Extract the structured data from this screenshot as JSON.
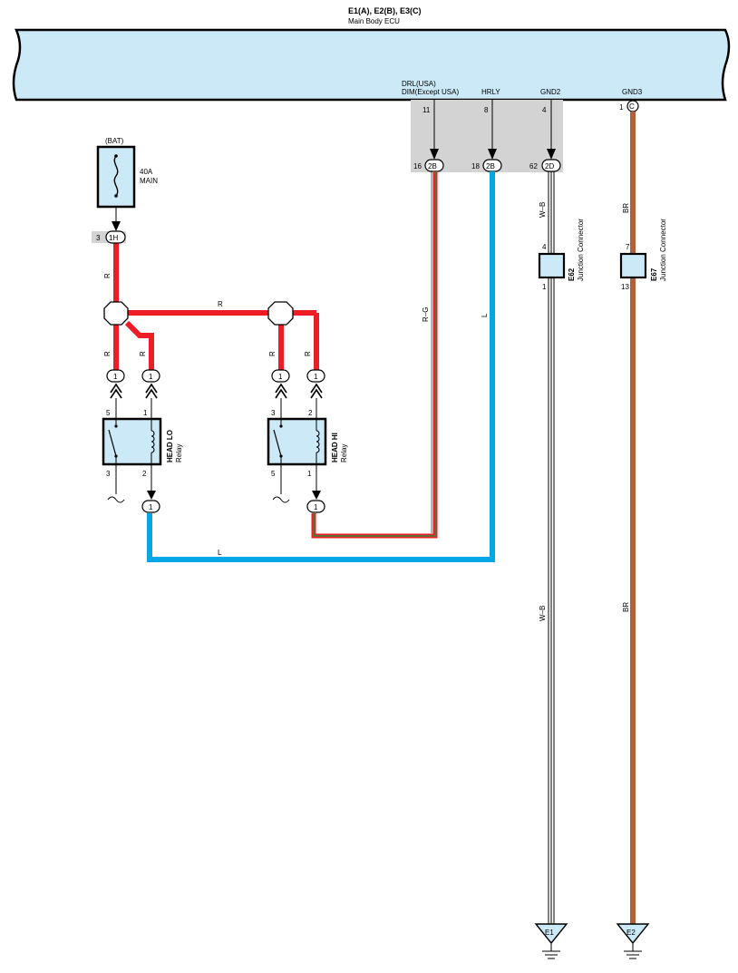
{
  "ecu": {
    "connectors": "E1(A), E2(B), E3(C)",
    "name": "Main Body ECU",
    "pins": {
      "drl_label_1": "DRL(USA)",
      "drl_label_2": "DIM(Except USA)",
      "drl_pin": "11",
      "hrly_label": "HRLY",
      "hrly_pin": "8",
      "gnd2_label": "GND2",
      "gnd2_pin": "4",
      "gnd3_label": "GND3",
      "gnd3_pin": "1",
      "gnd3_conn": "C"
    },
    "junction_pins": {
      "drl_pin": "16",
      "drl_conn": "2B",
      "hrly_pin": "18",
      "hrly_conn": "2B",
      "gnd2_pin": "62",
      "gnd2_conn": "2D"
    }
  },
  "fuse": {
    "source": "(BAT)",
    "rating": "40A",
    "name": "MAIN",
    "out_pin": "3",
    "out_conn": "1H"
  },
  "wire_colors": {
    "r": "R",
    "rg": "R–G",
    "l": "L",
    "wb": "W–B",
    "br": "BR",
    "hex": {
      "red": "#ee1c25",
      "green": "#2e8b3a",
      "blue": "#00a6e6",
      "brown": "#b0603a",
      "ecu_fill": "#cce9f7",
      "connector_fill": "#d3d3d3"
    }
  },
  "relays": {
    "head_lo": {
      "name": "HEAD LO",
      "type": "Relay",
      "conn_label": "1",
      "pin_5": "5",
      "pin_1": "1",
      "pin_3": "3",
      "pin_2": "2"
    },
    "head_hi": {
      "name": "HEAD HI",
      "type": "Relay",
      "conn_label": "1",
      "pin_3": "3",
      "pin_2": "2",
      "pin_5": "5",
      "pin_1": "1"
    }
  },
  "junctions": {
    "e62": {
      "id": "E62",
      "type": "Junction Connector",
      "pin_top": "4",
      "pin_bottom": "1"
    },
    "e67": {
      "id": "E67",
      "type": "Junction Connector",
      "pin_top": "7",
      "pin_bottom": "13"
    }
  },
  "grounds": {
    "e1": "E1",
    "e2": "E2"
  }
}
